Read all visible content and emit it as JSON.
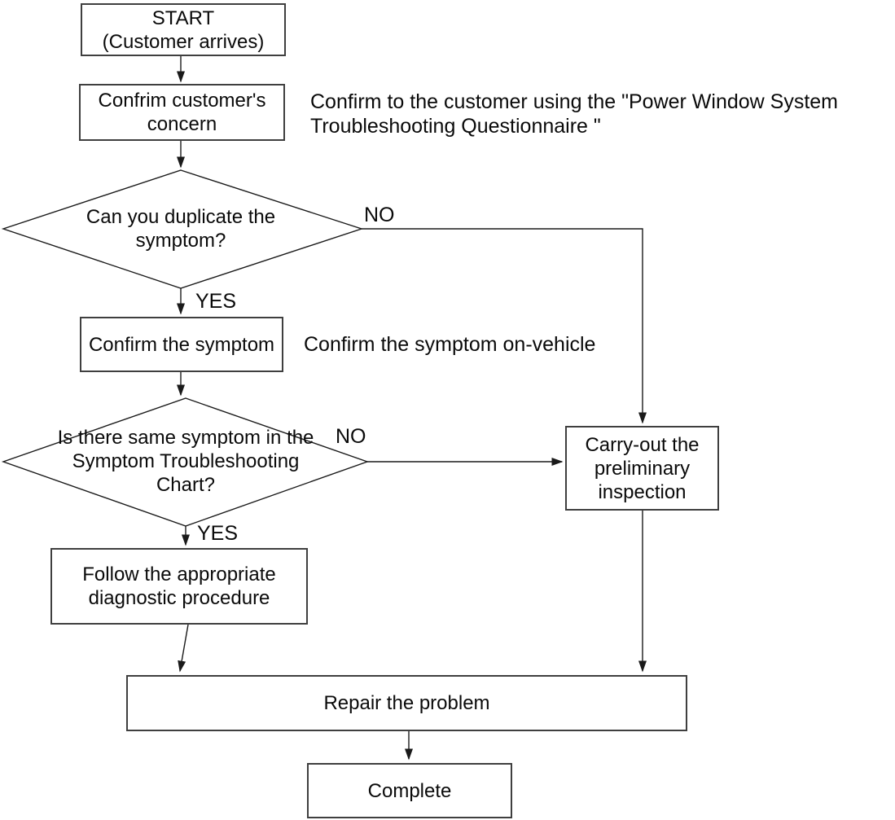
{
  "colors": {
    "background": "#ffffff",
    "box_border": "#3f3f3f",
    "line": "#1a1a1a",
    "text": "#0a0a0a"
  },
  "flowchart": {
    "nodes": {
      "start": "START\n(Customer arrives)",
      "confirm_concern": "Confrim customer's\nconcern",
      "decision_duplicate": "Can you duplicate the\nsymptom?",
      "confirm_symptom": "Confirm the symptom",
      "decision_chart": "Is there same symptom in the\nSymptom Troubleshooting\nChart?",
      "preliminary_inspection": "Carry-out the\npreliminary\ninspection",
      "follow_procedure": "Follow the appropriate\ndiagnostic procedure",
      "repair": "Repair the problem",
      "complete": "Complete"
    },
    "branch_labels": {
      "duplicate_no": "NO",
      "duplicate_yes": "YES",
      "chart_no": "NO",
      "chart_yes": "YES"
    },
    "annotations": {
      "questionnaire": "Confirm to the customer using the \"Power Window System\nTroubleshooting Questionnaire \"",
      "on_vehicle": "Confirm the symptom on-vehicle"
    }
  }
}
